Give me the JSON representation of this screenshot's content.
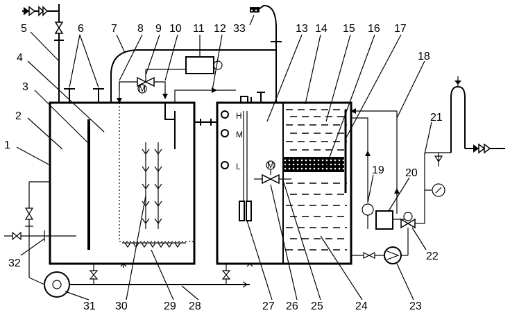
{
  "diagram": {
    "part_labels": [
      "1",
      "2",
      "3",
      "4",
      "5",
      "6",
      "7",
      "8",
      "9",
      "10",
      "11",
      "12",
      "13",
      "14",
      "15",
      "16",
      "17",
      "18",
      "19",
      "20",
      "21",
      "22",
      "23",
      "24",
      "25",
      "26",
      "27",
      "28",
      "29",
      "30",
      "31",
      "32",
      "33"
    ],
    "level_labels": {
      "high": "H",
      "mid": "M",
      "low": "L"
    },
    "motor_symbol": "M"
  }
}
